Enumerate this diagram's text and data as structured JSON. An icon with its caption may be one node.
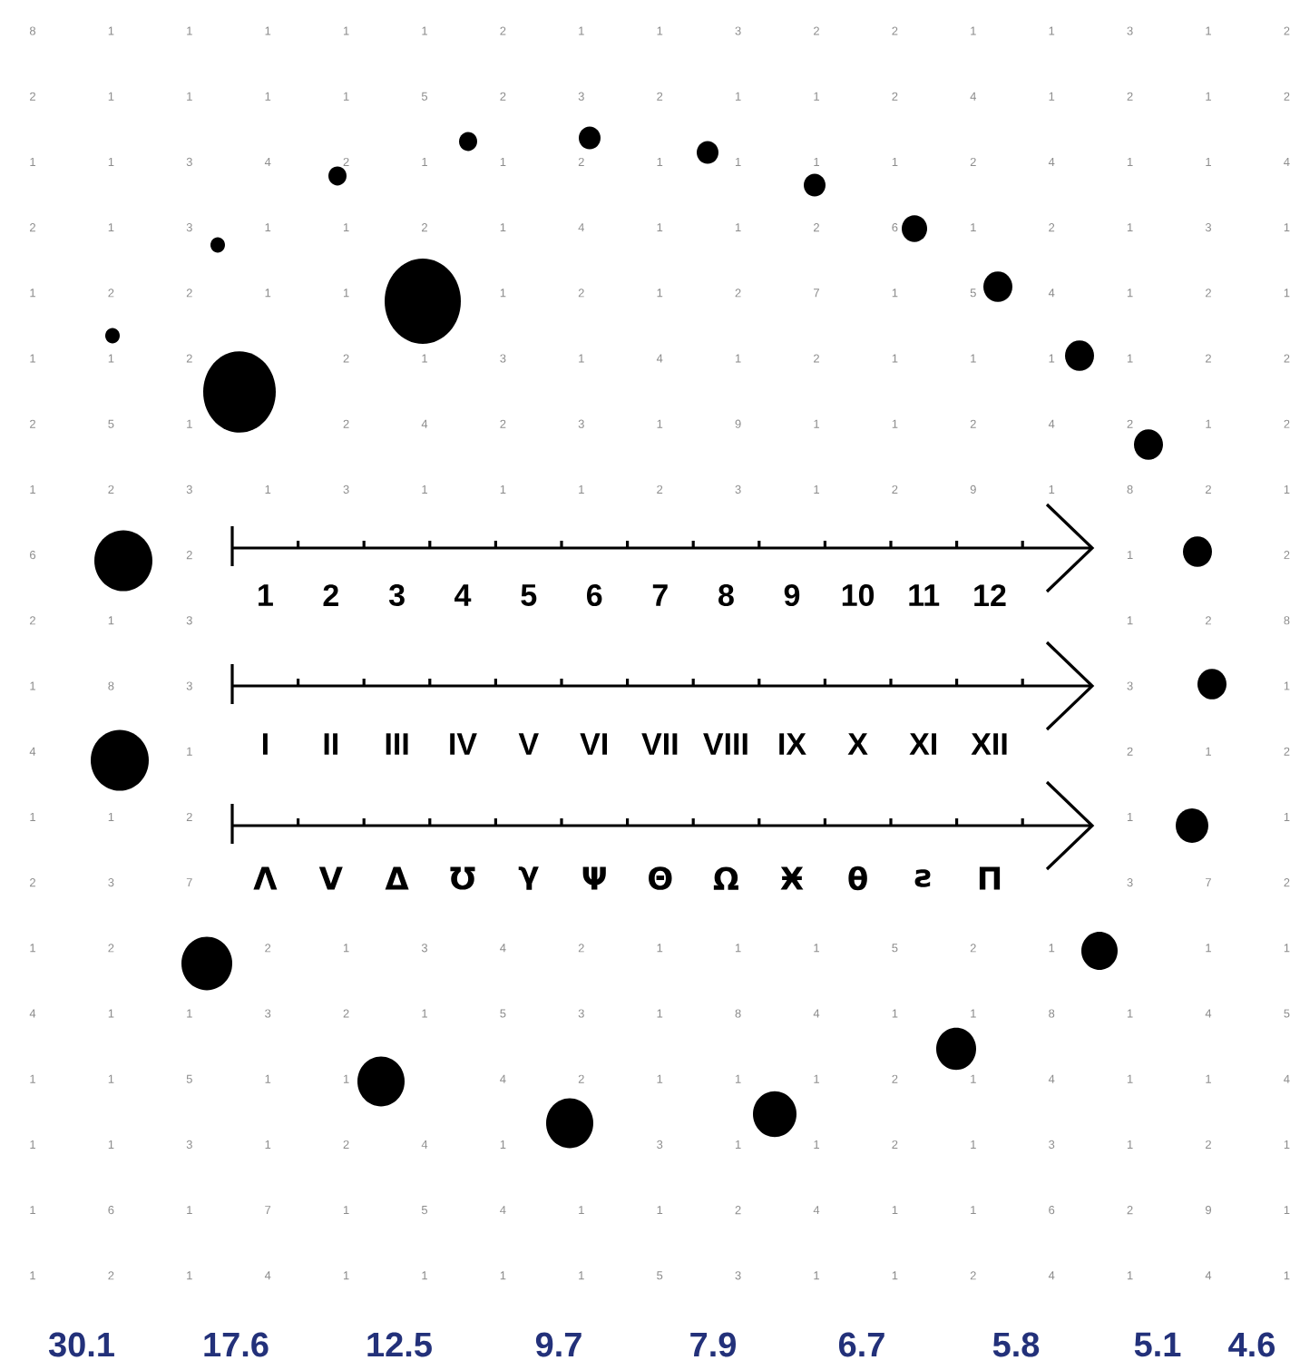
{
  "diagram": {
    "labels": [
      "8",
      "1",
      "1",
      "1",
      "1",
      "1",
      "2",
      "1",
      "1",
      "3",
      "2",
      "2",
      "1",
      "1",
      "3",
      "1",
      "2",
      "2",
      "1",
      "1",
      "1",
      "1",
      "5",
      "2",
      "3",
      "2",
      "1",
      "1",
      "2",
      "4",
      "1",
      "2",
      "1",
      "2",
      "1",
      "1",
      "3",
      "4",
      "2",
      "1",
      "1",
      "2",
      "1",
      "1",
      "1",
      "1",
      "2",
      "4",
      "1",
      "1",
      "4",
      "2",
      "1",
      "3",
      "1",
      "1",
      "2",
      "1",
      "4",
      "1",
      "1",
      "2",
      "6",
      "1",
      "2",
      "1",
      "3",
      "1",
      "1",
      "2",
      "2",
      "1",
      "1",
      "1",
      "2",
      "1",
      "2",
      "7",
      "1",
      "5",
      "4",
      "1",
      "2",
      "1",
      "1",
      "1",
      "2",
      "2",
      "1",
      "3",
      "1",
      "4",
      "1",
      "2",
      "1",
      "1",
      "1",
      "1",
      "2",
      "2",
      "2",
      "5",
      "1",
      "2",
      "4",
      "2",
      "3",
      "1",
      "9",
      "1",
      "1",
      "2",
      "4",
      "2",
      "1",
      "2",
      "1",
      "2",
      "3",
      "1",
      "3",
      "1",
      "1",
      "1",
      "2",
      "3",
      "1",
      "2",
      "9",
      "1",
      "8",
      "2",
      "1",
      "6",
      "2",
      "1",
      "2",
      "2",
      "1",
      "3",
      "1",
      "2",
      "8",
      "1",
      "8",
      "3",
      "3",
      "1",
      "4",
      "1",
      "2",
      "1",
      "2",
      "1",
      "1",
      "2",
      "1",
      "1",
      "2",
      "3",
      "7",
      "3",
      "7",
      "2",
      "1",
      "2",
      "2",
      "1",
      "3",
      "4",
      "2",
      "1",
      "1",
      "1",
      "5",
      "2",
      "1",
      "1",
      "1",
      "4",
      "1",
      "1",
      "3",
      "2",
      "1",
      "5",
      "3",
      "1",
      "8",
      "4",
      "1",
      "1",
      "8",
      "1",
      "4",
      "5",
      "1",
      "1",
      "5",
      "1",
      "1",
      "4",
      "2",
      "1",
      "1",
      "1",
      "2",
      "1",
      "4",
      "1",
      "1",
      "4",
      "1",
      "1",
      "3",
      "1",
      "2",
      "4",
      "1",
      "3",
      "1",
      "1",
      "2",
      "1",
      "3",
      "1",
      "2",
      "1",
      "1",
      "6",
      "1",
      "7",
      "1",
      "5",
      "4",
      "1",
      "1",
      "2",
      "4",
      "1",
      "1",
      "6",
      "2",
      "9",
      "1",
      "1",
      "2",
      "1",
      "4",
      "1",
      "1",
      "1",
      "1",
      "5",
      "3",
      "1",
      "1",
      "2",
      "4",
      "1",
      "4",
      "1",
      "1",
      "2",
      "3",
      "4",
      "5",
      "6",
      "7",
      "8",
      "9",
      "10",
      "11",
      "12",
      "I",
      "II",
      "III",
      "IV",
      "V",
      "VI",
      "VII",
      "VIII",
      "IX",
      "X",
      "XI",
      "XII",
      "Λ",
      "V",
      "Δ",
      "Ʊ",
      "γ",
      "Ψ",
      "Θ",
      "Ω",
      "Ӿ",
      "θ",
      "ƨ",
      "Π",
      "30.1",
      "17.6",
      "12.5",
      "9.7",
      "7.9",
      "6.7",
      "5.8",
      "5.1",
      "4.6"
    ]
  }
}
